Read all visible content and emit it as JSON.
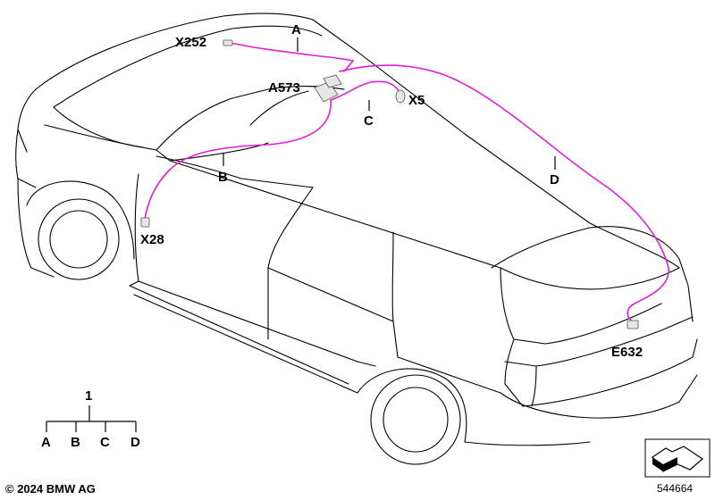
{
  "diagram": {
    "callouts": {
      "a": "A",
      "b": "B",
      "c": "C",
      "d": "D",
      "x252": "X252",
      "a573": "A573",
      "x5": "X5",
      "x28": "X28",
      "e632": "E632"
    },
    "harness_color": "#e020d8",
    "legend_tree": {
      "root": "1",
      "branches": [
        "A",
        "B",
        "C",
        "D"
      ]
    }
  },
  "footer": {
    "copyright": "© 2024 BMW AG",
    "reference_number": "544664"
  }
}
